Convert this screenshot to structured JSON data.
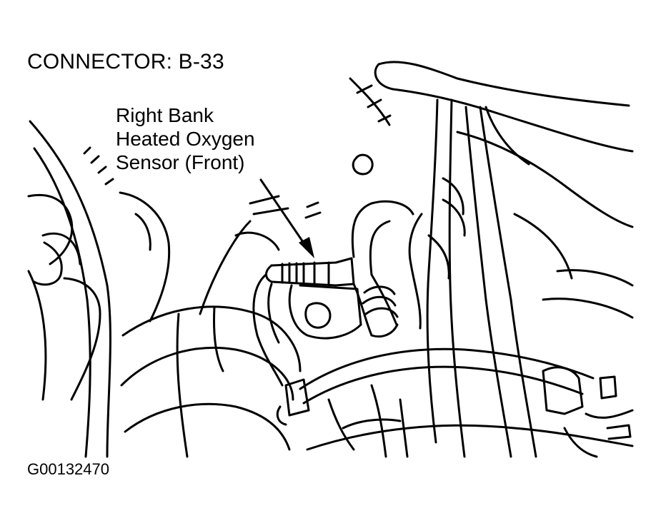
{
  "title": "CONNECTOR: B-33",
  "callout": {
    "lines": [
      "Right Bank",
      "Heated Oxygen",
      "Sensor (Front)"
    ]
  },
  "figure_id": "G00132470",
  "line_color": "#000000",
  "background_color": "#ffffff"
}
